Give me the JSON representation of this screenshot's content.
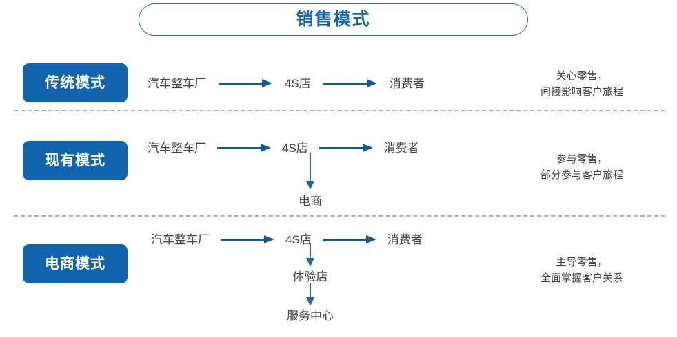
{
  "title": {
    "text": "销售模式"
  },
  "colors": {
    "badge_bg": "#1064ae",
    "badge_text": "#ffffff",
    "title_text": "#1565b0",
    "title_border": "#2a6cb0",
    "arrow": "#125a96",
    "branch_arrow": "#1c6aa8",
    "divider": "#9fb4c8",
    "node_text": "#434343",
    "background": "#ffffff"
  },
  "rows": [
    {
      "badge": "传统模式",
      "flow": [
        "汽车整车厂",
        "4S店",
        "消费者"
      ],
      "branch": [],
      "note_lines": [
        "关心零售，",
        "间接影响客户旅程"
      ]
    },
    {
      "badge": "现有模式",
      "flow": [
        "汽车整车厂",
        "4S店",
        "消费者"
      ],
      "branch": [
        "电商"
      ],
      "note_lines": [
        "参与零售，",
        "部分参与客户旅程"
      ]
    },
    {
      "badge": "电商模式",
      "flow": [
        "汽车整车厂",
        "4S店",
        "消费者"
      ],
      "branch": [
        "体验店",
        "服务中心"
      ],
      "note_lines": [
        "主导零售，",
        "全面掌握客户关系"
      ]
    }
  ]
}
